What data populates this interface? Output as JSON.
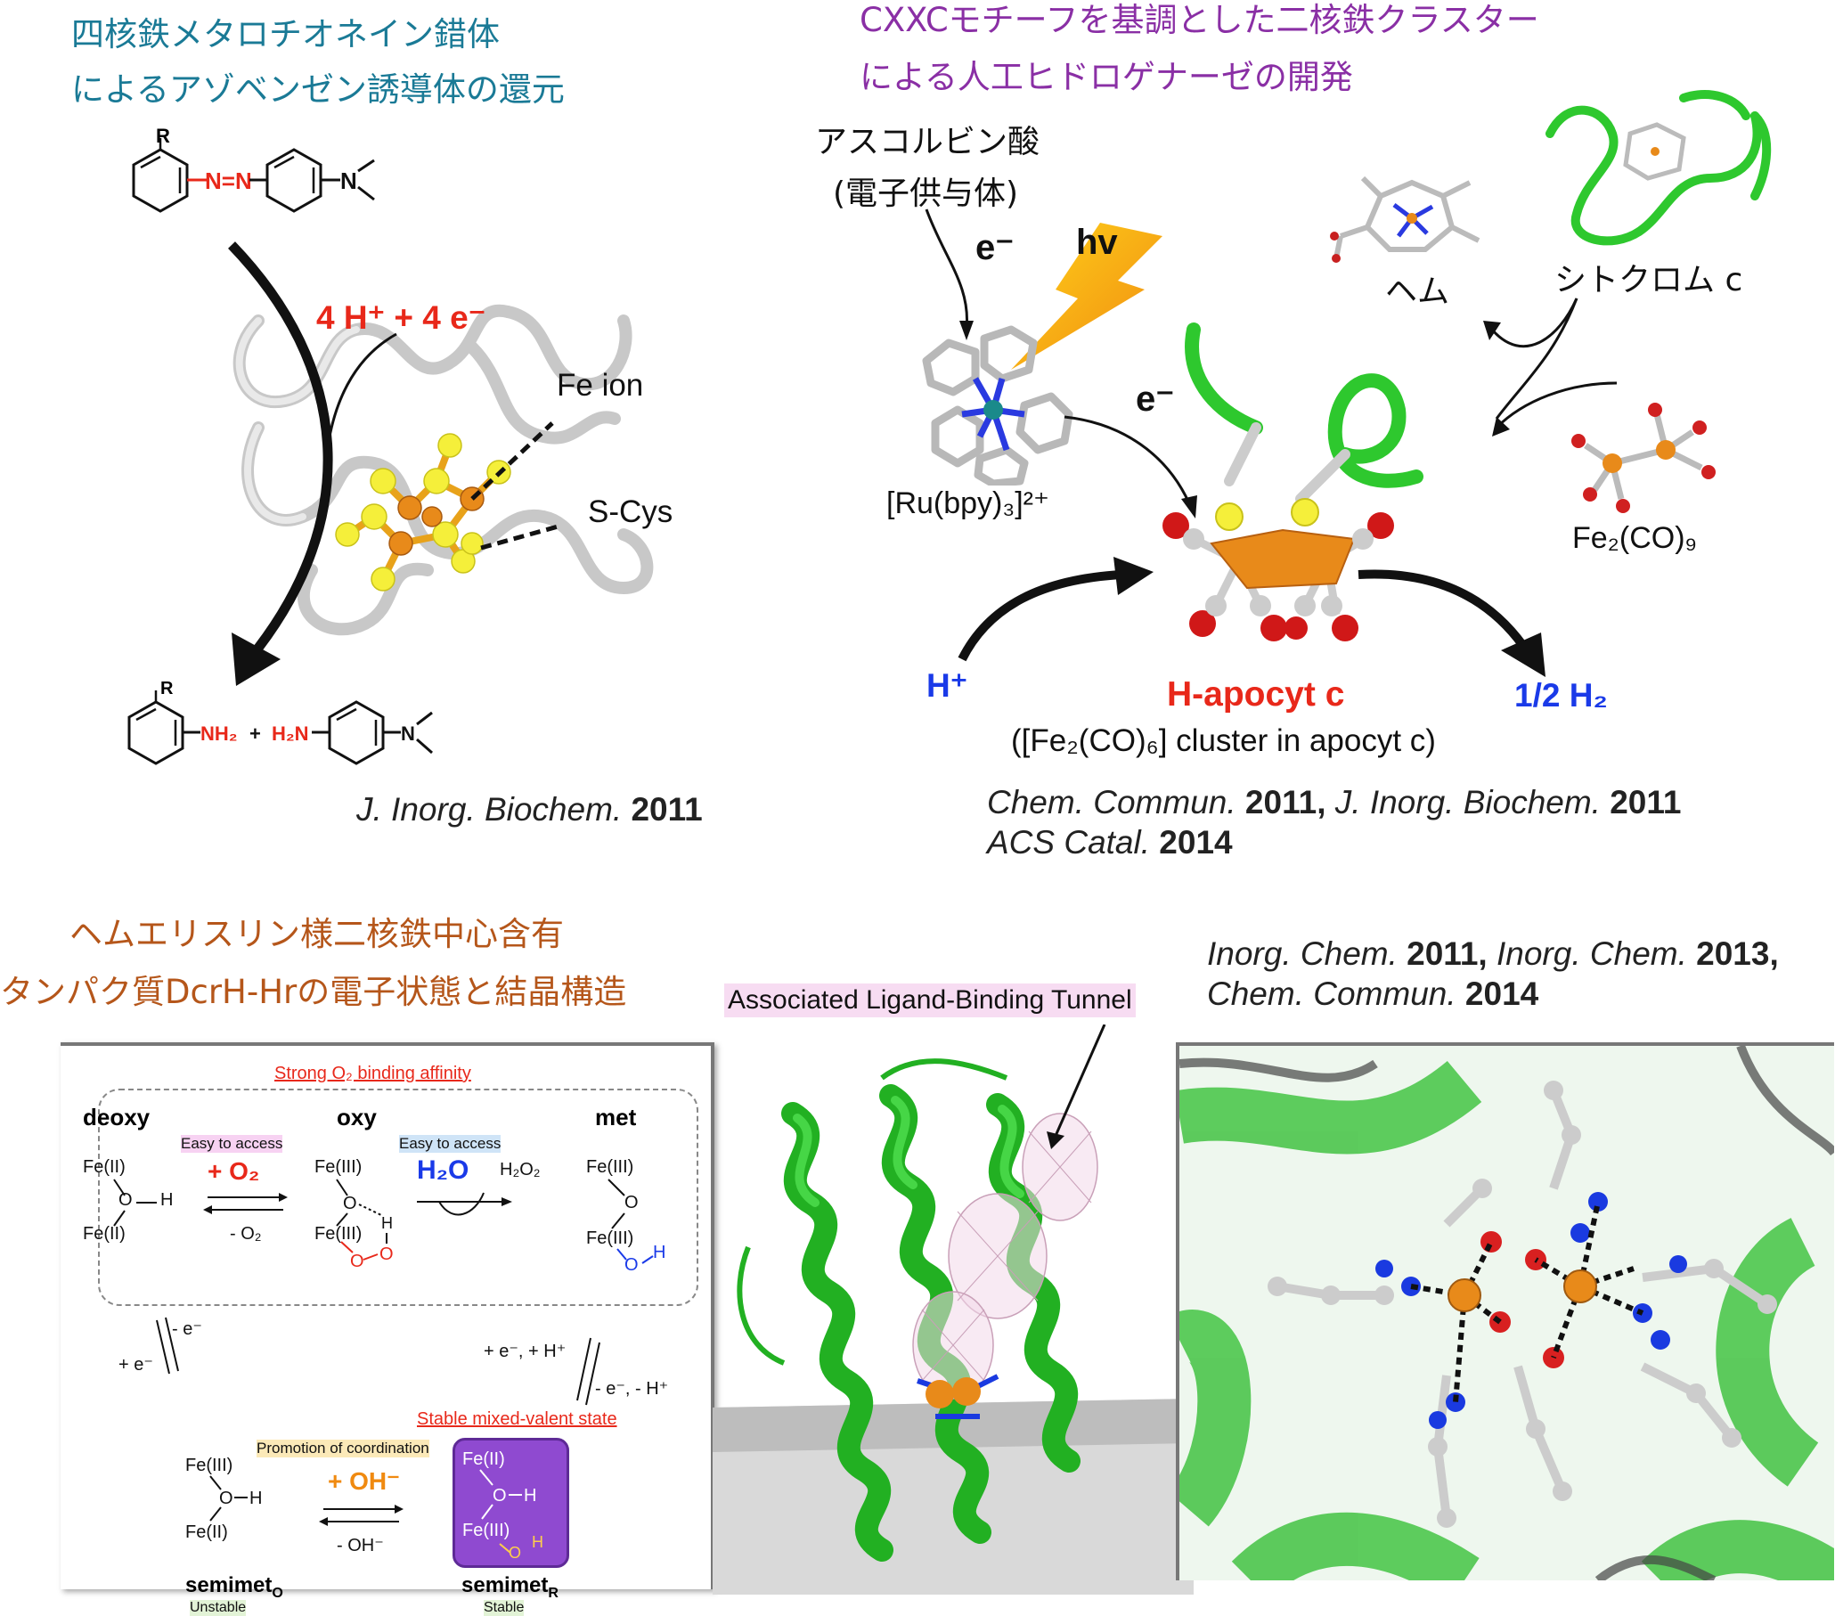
{
  "section1": {
    "title_line1": "四核鉄メタロチオネイン錯体",
    "title_line2": "によるアゾベンゼン誘導体の還元",
    "substituent_R": "R",
    "azo_label": "N=N",
    "amine_N": "N",
    "reagent": "4 H⁺ + 4 e⁻",
    "label_fe": "Fe ion",
    "label_scys": "S-Cys",
    "product_R": "R",
    "product_nh2": "NH₂",
    "product_plus": "+",
    "product_h2n": "H₂N",
    "product_N": "N",
    "ref_journal": "J. Inorg. Biochem.",
    "ref_year": "2011"
  },
  "section2": {
    "title_line1": "CXXCモチーフを基調とした二核鉄クラスター",
    "title_line2": "による人工ヒドロゲナーゼの開発",
    "donor_name": "アスコルビン酸",
    "donor_role": "(電子供与体)",
    "electron1": "e⁻",
    "light": "hv",
    "photosensitizer": "[Ru(bpy)₃]²⁺",
    "electron2": "e⁻",
    "heme": "ヘム",
    "cytc": "シトクロム c",
    "fe2co9": "Fe₂(CO)₉",
    "proton": "H⁺",
    "product_name": "H-apocyt c",
    "product_desc": "([Fe₂(CO)₆] cluster in apocyt c)",
    "h2": "1/2 H₂",
    "ref1_journal": "Chem. Commun.",
    "ref1_year": "2011,",
    "ref2_journal": "J. Inorg. Biochem.",
    "ref2_year": "2011",
    "ref3_journal": "ACS Catal.",
    "ref3_year": "2014"
  },
  "section3": {
    "title_line1": "ヘムエリスリン様二核鉄中心含有",
    "title_line2": "タンパク質DcrH-Hrの電子状態と結晶構造",
    "ref1_journal": "Inorg. Chem.",
    "ref1_year": "2011,",
    "ref2_journal": "Inorg. Chem.",
    "ref2_year": "2013,",
    "ref3_journal": "Chem. Commun.",
    "ref3_year": "2014",
    "tunnel_label": "Associated Ligand-Binding Tunnel",
    "scheme": {
      "strong_binding": "Strong O₂ binding affinity",
      "deoxy": "deoxy",
      "oxy": "oxy",
      "met": "met",
      "easy1": "Easy to access",
      "easy2": "Easy to access",
      "plus_o2": "+ O₂",
      "minus_o2": "- O₂",
      "h2o": "H₂O",
      "h2o2": "H₂O₂",
      "fe2a": "Fe(II)",
      "fe2b": "Fe(II)",
      "oh_o": "O",
      "oh_h": "H",
      "fe3a": "Fe(III)",
      "fe3b": "Fe(III)",
      "fe3c": "Fe(III)",
      "fe3d": "Fe(III)",
      "o_label": "O",
      "minus_e": "- e⁻",
      "plus_e": "+ e⁻",
      "plus_eh": "+ e⁻, + H⁺",
      "minus_eh": "- e⁻, - H⁺",
      "stable_mixed": "Stable mixed-valent state",
      "promotion": "Promotion of coordination",
      "plus_oh": "+ OH⁻",
      "minus_oh": "- OH⁻",
      "semimet_o": "semimet",
      "semimet_o_sub": "O",
      "semimet_r": "semimet",
      "semimet_r_sub": "R",
      "unstable": "Unstable",
      "stable": "Stable",
      "sm_fe3": "Fe(III)",
      "sm_fe2": "Fe(II)",
      "smr_fe2": "Fe(II)",
      "smr_fe3": "Fe(III)"
    }
  },
  "colors": {
    "teal": "#1a7a96",
    "purple": "#8a2fa5",
    "orange_brown": "#b5561a",
    "red": "#e8281a",
    "blue": "#1a3ae8",
    "protein_green": "#2ec82e",
    "iron_orange": "#e88a1a",
    "sulfur_yellow": "#f5ef3a"
  }
}
